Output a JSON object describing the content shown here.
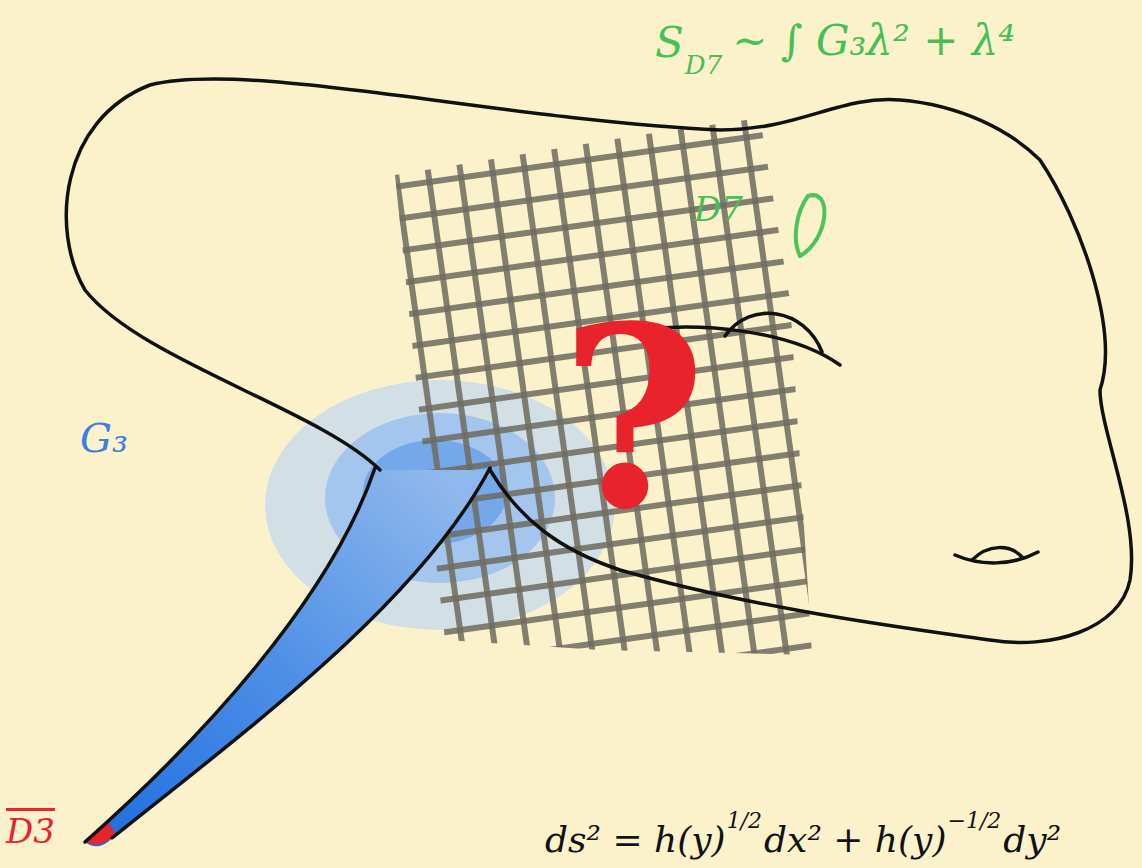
{
  "diagram": {
    "labels": [
      "S",
      "D7",
      "∼ ∫ G₃λ² + λ⁴",
      "D7",
      "?",
      "G₃",
      "ds² = h(y)",
      "1/2",
      "dx² + h(y)",
      "−1/2",
      "dy²",
      "D3"
    ]
  }
}
